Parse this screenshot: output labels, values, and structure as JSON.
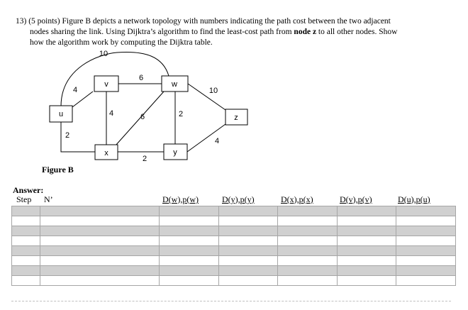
{
  "question": {
    "line1": "13) (5 points) Figure B depicts a network topology with numbers indicating the path cost between the two adjacent",
    "line2_pre": "nodes sharing the link. Using Dijktra’s algorithm to find the least-cost path from ",
    "line2_bold": "node z",
    "line2_post": " to all other nodes. Show",
    "line3": "how the algorithm work by computing the Dijktra table."
  },
  "graph": {
    "nodes": [
      {
        "id": "u",
        "label": "u"
      },
      {
        "id": "v",
        "label": "v"
      },
      {
        "id": "w",
        "label": "w"
      },
      {
        "id": "x",
        "label": "x"
      },
      {
        "id": "y",
        "label": "y"
      },
      {
        "id": "z",
        "label": "z"
      }
    ],
    "edges": [
      {
        "from": "u",
        "to": "w",
        "cost": "10"
      },
      {
        "from": "u",
        "to": "v",
        "cost": "4"
      },
      {
        "from": "u",
        "to": "x",
        "cost": "2"
      },
      {
        "from": "v",
        "to": "w",
        "cost": "6"
      },
      {
        "from": "v",
        "to": "x",
        "cost": "4"
      },
      {
        "from": "x",
        "to": "w",
        "cost": "6"
      },
      {
        "from": "x",
        "to": "y",
        "cost": "2"
      },
      {
        "from": "w",
        "to": "y",
        "cost": "2"
      },
      {
        "from": "w",
        "to": "z",
        "cost": "10"
      },
      {
        "from": "y",
        "to": "z",
        "cost": "4"
      }
    ]
  },
  "figure_caption": "Figure B",
  "answer": {
    "label": "Answer:",
    "columns": [
      "Step",
      "N’",
      "D(w),p(w)",
      "D(y),p(y)",
      "D(x),p(x)",
      "D(v),p(v)",
      "D(u),p(u)"
    ],
    "row_count": 8
  }
}
